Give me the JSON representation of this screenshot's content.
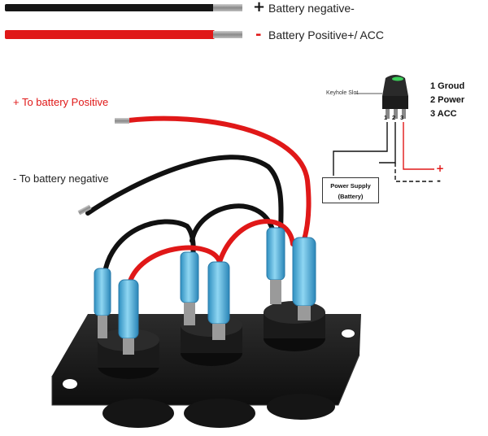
{
  "legend": {
    "positive_terminal_symbol": "+",
    "negative_terminal_symbol": "-",
    "black_wire_label": "Battery negative-",
    "red_wire_label": "Battery Positive+/ ACC"
  },
  "leads": {
    "positive_label": "+ To battery Positive",
    "negative_label": "- To battery negative"
  },
  "inset": {
    "keyhole_label": "Keyhole Slot",
    "pin_numbers": [
      "1",
      "2",
      "3"
    ],
    "pins": [
      "1 Groud",
      "2 Power",
      "3 ACC"
    ],
    "power_supply_line1": "Power Supply",
    "power_supply_line2": "(Battery)",
    "plus_symbol": "+",
    "minus_symbol": "-"
  },
  "colors": {
    "wire_red": "#e01818",
    "wire_black": "#111111",
    "connector_blue": "#5cb8de",
    "panel": "#1b1b1b"
  }
}
